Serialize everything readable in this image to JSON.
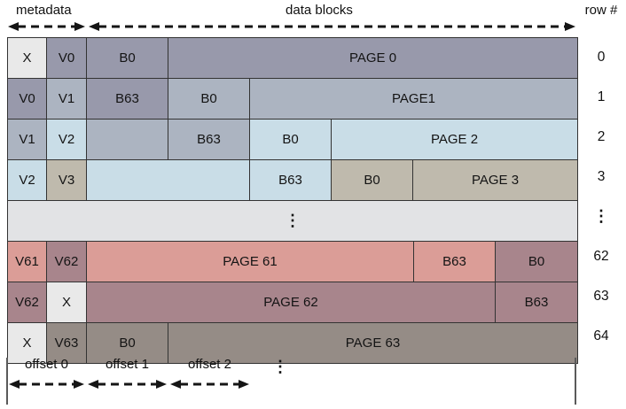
{
  "header": {
    "metadata_label": "metadata",
    "data_blocks_label": "data blocks",
    "row_label": "row #"
  },
  "palette": {
    "x": "#e9e9e9",
    "p0": "#9899ab",
    "p1": "#acb4c1",
    "p2": "#c9dde7",
    "p3": "#bfbaad",
    "p61": "#db9d97",
    "p62": "#a8858c",
    "p63": "#958c86",
    "dots": "#e2e3e5"
  },
  "rows": [
    {
      "num": "0",
      "cells": [
        [
          "X",
          "x",
          44
        ],
        [
          "V0",
          "p0",
          45
        ],
        [
          "B0",
          "p0",
          92
        ],
        [
          "PAGE 0",
          "p0",
          461
        ]
      ]
    },
    {
      "num": "1",
      "cells": [
        [
          "V0",
          "p0",
          44
        ],
        [
          "V1",
          "p1",
          45
        ],
        [
          "B63",
          "p0",
          92
        ],
        [
          "B0",
          "p1",
          92
        ],
        [
          "PAGE1",
          "p1",
          369
        ]
      ]
    },
    {
      "num": "2",
      "cells": [
        [
          "V1",
          "p1",
          44
        ],
        [
          "V2",
          "p2",
          45
        ],
        [
          "",
          "p1",
          92
        ],
        [
          "B63",
          "p1",
          92
        ],
        [
          "B0",
          "p2",
          92
        ],
        [
          "PAGE 2",
          "p2",
          277
        ]
      ]
    },
    {
      "num": "3",
      "cells": [
        [
          "V2",
          "p2",
          44
        ],
        [
          "V3",
          "p3",
          45
        ],
        [
          "",
          "p2",
          184
        ],
        [
          "B63",
          "p2",
          92
        ],
        [
          "B0",
          "p3",
          92
        ],
        [
          "PAGE 3",
          "p3",
          185
        ]
      ]
    },
    {
      "num": "⋮",
      "dots": true,
      "cells": [
        [
          "⋮",
          "dots",
          642
        ]
      ]
    },
    {
      "num": "62",
      "cells": [
        [
          "V61",
          "p61",
          44
        ],
        [
          "V62",
          "p62",
          45
        ],
        [
          "PAGE 61",
          "p61",
          369
        ],
        [
          "B63",
          "p61",
          92
        ],
        [
          "B0",
          "p62",
          92
        ]
      ]
    },
    {
      "num": "63",
      "cells": [
        [
          "V62",
          "p62",
          44
        ],
        [
          "X",
          "x",
          45
        ],
        [
          "PAGE 62",
          "p62",
          461
        ],
        [
          "B63",
          "p62",
          92
        ]
      ]
    },
    {
      "num": "64",
      "cells": [
        [
          "X",
          "x",
          44
        ],
        [
          "V63",
          "p63",
          45
        ],
        [
          "B0",
          "p63",
          92
        ],
        [
          "PAGE 63",
          "p63",
          461
        ]
      ]
    }
  ],
  "footer": {
    "offset_labels": [
      "offset 0",
      "offset 1",
      "offset 2"
    ],
    "ellipsis": "⋮"
  }
}
